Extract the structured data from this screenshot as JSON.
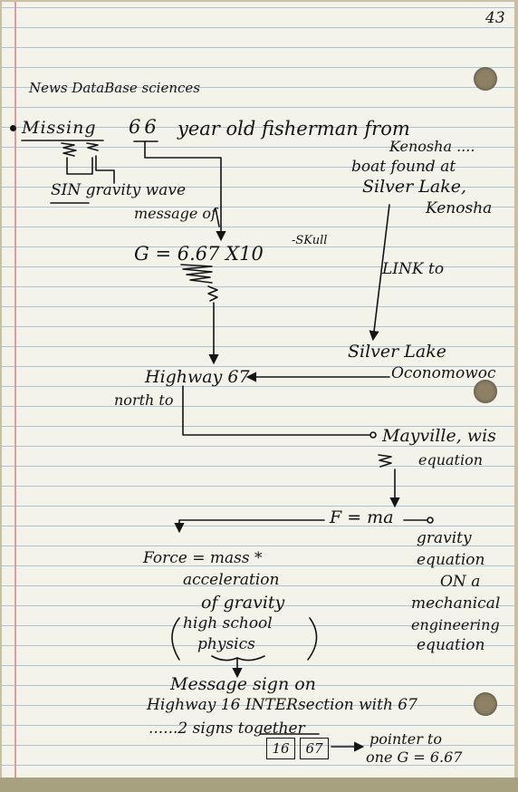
{
  "page_number": "43",
  "heading": "News DataBase sciences",
  "missing": {
    "word": "Missing",
    "number": "66",
    "phrase": "year old fisherman from",
    "place": "Kenosha ...."
  },
  "boat": {
    "line1": "boat found at",
    "line2": "Silver Lake,",
    "line3": "Kenosha"
  },
  "sin": {
    "line1": "SIN gravity wave",
    "line2": "message of"
  },
  "gconst": {
    "main": "G = 6.67  X10",
    "exp": "-SKull"
  },
  "link_to": "LINK to",
  "silver_lake": "Silver Lake",
  "highway": "Highway 67",
  "oconomowoc": "Oconomowoc",
  "north_to": "north to",
  "mayville": "Mayville, wis",
  "equation_label": "equation",
  "fma": "F = ma",
  "force": {
    "line1": "Force = mass *",
    "line2": "acceleration",
    "line3": "of gravity",
    "line4": "high school",
    "line5": "physics"
  },
  "gravity_eq": {
    "line1": "gravity",
    "line2": "equation",
    "line3": "ON a",
    "line4": "mechanical",
    "line5": "engineering",
    "line6": "equation"
  },
  "message_sign": {
    "line1": "Message sign on",
    "line2": "Highway 16 INTERsection with 67",
    "line3": "......2 signs together"
  },
  "signs": [
    "16",
    "67"
  ],
  "pointer": {
    "line1": "pointer to",
    "line2": "one G = 6.67"
  }
}
